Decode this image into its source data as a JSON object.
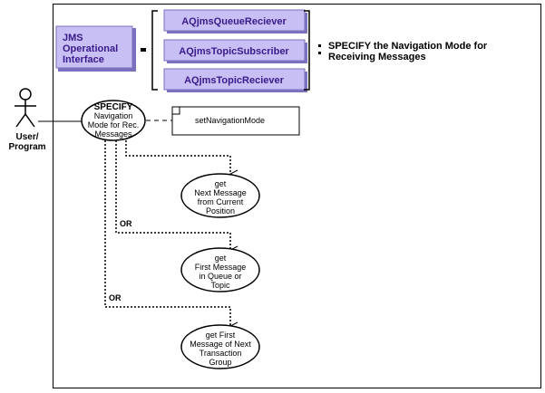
{
  "colors": {
    "box_fill": "#c8c0f4",
    "box_shadow": "#7a70c0",
    "box_text": "#3a1a8c",
    "line": "#000000"
  },
  "interface_box": {
    "line1": "JMS",
    "line2": "Operational",
    "line3": "Interface"
  },
  "class_boxes": [
    "AQjmsQueueReciever",
    "AQjmsTopicSubscriber",
    "AQjmsTopicReciever"
  ],
  "title": {
    "line1": "SPECIFY the Navigation Mode for",
    "line2": "Receiving Messages"
  },
  "actor": {
    "line1": "User/",
    "line2": "Program"
  },
  "main_usecase": {
    "line1": "SPECIFY",
    "line2": "Navigation",
    "line3": "Mode for Rec.",
    "line4": "Messages"
  },
  "note": "setNavigationMode",
  "options": [
    {
      "line1": "get",
      "line2": "Next Message",
      "line3": "from Current",
      "line4": "Position"
    },
    {
      "line1": "get",
      "line2": "First Message",
      "line3": "in Queue or",
      "line4": "Topic"
    },
    {
      "line1": "get First",
      "line2": "Message of Next",
      "line3": "Transaction",
      "line4": "Group"
    }
  ],
  "or_labels": [
    "OR",
    "OR"
  ]
}
